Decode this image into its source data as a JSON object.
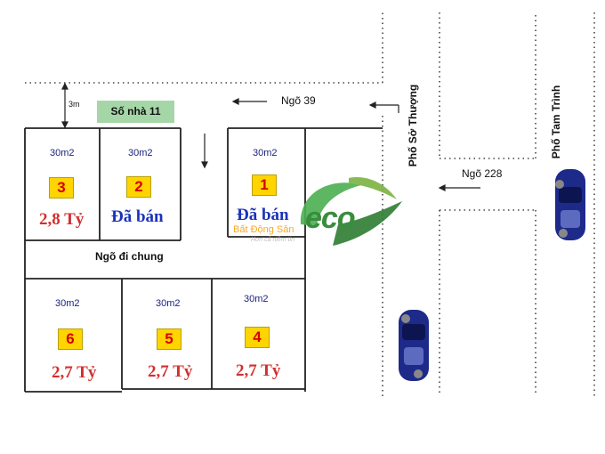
{
  "roads": {
    "top_lane": "Ngõ 39",
    "side_lane": "Ngõ 228",
    "so_thuong": "Phố Sở Thượng",
    "tam_trinh": "Phố Tam Trình",
    "common_lane": "Ngõ đi chung",
    "setback": "3m"
  },
  "house_no": "Số nhà 11",
  "lots": [
    {
      "number": "1",
      "area": "30m2",
      "status": "Đã bán"
    },
    {
      "number": "2",
      "area": "30m2",
      "status": "Đã bán"
    },
    {
      "number": "3",
      "area": "30m2",
      "price": "2,8 Tỷ"
    },
    {
      "number": "4",
      "area": "30m2",
      "price": "2,7 Tỷ"
    },
    {
      "number": "5",
      "area": "30m2",
      "price": "2,7 Tỷ"
    },
    {
      "number": "6",
      "area": "30m2",
      "price": "2,7 Tỷ"
    }
  ],
  "logo": {
    "text": "eco",
    "subtitle": "Bất Động Sản",
    "tagline": "Hơn cả niềm tin"
  },
  "colors": {
    "badge": "#ffd400",
    "price": "#d32f2f",
    "sold": "#1a33b8",
    "house_no_bg": "#a5d6a7"
  }
}
